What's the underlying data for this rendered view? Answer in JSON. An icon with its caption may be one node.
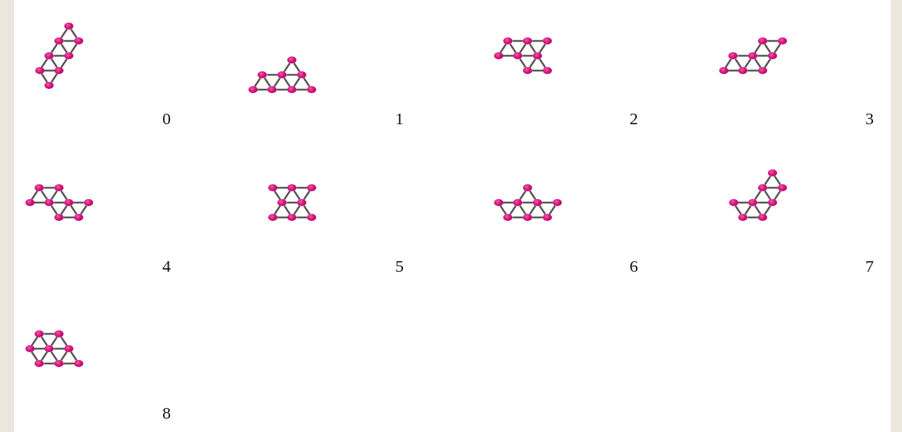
{
  "diagram": {
    "nodes": [
      {
        "text": [],
        "shape": "circle"
      },
      {
        "text": [],
        "shape": "circle"
      },
      {
        "text": [],
        "shape": "circle"
      },
      {
        "text": [],
        "shape": "circle"
      },
      {
        "text": [],
        "shape": "circle"
      },
      {
        "text": [],
        "shape": "circle"
      },
      {
        "text": [],
        "shape": "circle"
      },
      {
        "text": [],
        "shape": "circle"
      },
      {
        "text": [],
        "shape": "circle"
      },
      {
        "text": [],
        "shape": "circle"
      },
      {
        "text": [],
        "shape": "circle"
      },
      {
        "text": [],
        "shape": "circle"
      },
      {
        "text": [],
        "shape": "circle"
      },
      {
        "text": [],
        "shape": "circle"
      },
      {
        "text": [],
        "shape": "circle"
      },
      {
        "text": [],
        "shape": "circle"
      },
      {
        "text": [],
        "shape": "circle"
      },
      {
        "text": [],
        "shape": "circle"
      },
      {
        "text": [],
        "shape": "circle"
      },
      {
        "text": [],
        "shape": "circle"
      },
      {
        "text": [],
        "shape": "circle"
      },
      {
        "text": [],
        "shape": "circle"
      },
      {
        "text": [],
        "shape": "circle"
      },
      {
        "text": [],
        "shape": "circle"
      },
      {
        "text": [],
        "shape": "circle"
      },
      {
        "text": [],
        "shape": "circle"
      },
      {
        "text": [],
        "shape": "circle"
      },
      {
        "text": [],
        "shape": "circle"
      },
      {
        "text": [],
        "shape": "circle"
      },
      {
        "text": [],
        "shape": "circle"
      },
      {
        "text": [],
        "shape": "circle"
      },
      {
        "text": [],
        "shape": "circle"
      },
      {
        "text": [],
        "shape": "circle"
      },
      {
        "text": [],
        "shape": "circle"
      },
      {
        "text": [],
        "shape": "circle"
      },
      {
        "text": [],
        "shape": "circle"
      },
      {
        "text": [],
        "shape": "circle"
      },
      {
        "text": [],
        "shape": "circle"
      },
      {
        "text": [],
        "shape": "circle"
      },
      {
        "text": [],
        "shape": "circle"
      },
      {
        "text": [],
        "shape": "circle"
      },
      {
        "text": [],
        "shape": "circle"
      },
      {
        "text": [],
        "shape": "circle"
      },
      {
        "text": [],
        "shape": "circle"
      },
      {
        "text": [],
        "shape": "circle"
      },
      {
        "text": [],
        "shape": "circle"
      },
      {
        "text": [],
        "shape": "circle"
      },
      {
        "text": [],
        "shape": "circle"
      },
      {
        "text": [],
        "shape": "circle"
      },
      {
        "text": [],
        "shape": "circle"
      },
      {
        "text": [],
        "shape": "circle"
      },
      {
        "text": [],
        "shape": "circle"
      },
      {
        "text": [],
        "shape": "circle"
      },
      {
        "text": [],
        "shape": "circle"
      },
      {
        "text": [],
        "shape": "circle"
      },
      {
        "text": [],
        "shape": "circle"
      },
      {
        "text": [],
        "shape": "circle"
      },
      {
        "text": [],
        "shape": "circle"
      },
      {
        "text": [],
        "shape": "circle"
      },
      {
        "text": [],
        "shape": "circle"
      },
      {
        "text": [],
        "shape": "circle"
      },
      {
        "text": [],
        "shape": "circle"
      },
      {
        "text": [],
        "shape": "circle"
      },
      {
        "text": [],
        "shape": "circle"
      },
      {
        "text": [],
        "shape": "circle"
      },
      {
        "text": [],
        "shape": "circle"
      },
      {
        "text": [],
        "shape": "circle"
      },
      {
        "text": [],
        "shape": "circle"
      },
      {
        "text": [],
        "shape": "circle"
      },
      {
        "text": [],
        "shape": "circle"
      },
      {
        "text": [],
        "shape": "circle"
      },
      {
        "text": [],
        "shape": "circle"
      }
    ],
    "edges": [
      {
        "from": 0,
        "to": 1,
        "arrow": "none"
      },
      {
        "from": 0,
        "to": 2,
        "arrow": "none"
      },
      {
        "from": 1,
        "to": 2,
        "arrow": "none"
      },
      {
        "from": 1,
        "to": 3,
        "arrow": "none"
      },
      {
        "from": 1,
        "to": 4,
        "arrow": "none"
      },
      {
        "from": 2,
        "to": 4,
        "arrow": "none"
      },
      {
        "from": 3,
        "to": 4,
        "arrow": "none"
      },
      {
        "from": 3,
        "to": 5,
        "arrow": "none"
      },
      {
        "from": 3,
        "to": 6,
        "arrow": "none"
      },
      {
        "from": 4,
        "to": 6,
        "arrow": "none"
      },
      {
        "from": 5,
        "to": 6,
        "arrow": "none"
      },
      {
        "from": 5,
        "to": 7,
        "arrow": "none"
      },
      {
        "from": 6,
        "to": 7,
        "arrow": "none"
      },
      {
        "from": 8,
        "to": 10,
        "arrow": "none"
      },
      {
        "from": 8,
        "to": 11,
        "arrow": "none"
      },
      {
        "from": 9,
        "to": 10,
        "arrow": "none"
      },
      {
        "from": 10,
        "to": 11,
        "arrow": "none"
      },
      {
        "from": 9,
        "to": 12,
        "arrow": "none"
      },
      {
        "from": 9,
        "to": 13,
        "arrow": "none"
      },
      {
        "from": 10,
        "to": 13,
        "arrow": "none"
      },
      {
        "from": 10,
        "to": 14,
        "arrow": "none"
      },
      {
        "from": 11,
        "to": 14,
        "arrow": "none"
      },
      {
        "from": 11,
        "to": 15,
        "arrow": "none"
      },
      {
        "from": 12,
        "to": 13,
        "arrow": "none"
      },
      {
        "from": 13,
        "to": 14,
        "arrow": "none"
      },
      {
        "from": 14,
        "to": 15,
        "arrow": "none"
      },
      {
        "from": 16,
        "to": 17,
        "arrow": "none"
      },
      {
        "from": 17,
        "to": 18,
        "arrow": "none"
      },
      {
        "from": 16,
        "to": 19,
        "arrow": "none"
      },
      {
        "from": 16,
        "to": 20,
        "arrow": "none"
      },
      {
        "from": 17,
        "to": 20,
        "arrow": "none"
      },
      {
        "from": 17,
        "to": 21,
        "arrow": "none"
      },
      {
        "from": 18,
        "to": 21,
        "arrow": "none"
      },
      {
        "from": 19,
        "to": 20,
        "arrow": "none"
      },
      {
        "from": 20,
        "to": 21,
        "arrow": "none"
      },
      {
        "from": 20,
        "to": 22,
        "arrow": "none"
      },
      {
        "from": 21,
        "to": 22,
        "arrow": "none"
      },
      {
        "from": 21,
        "to": 23,
        "arrow": "none"
      },
      {
        "from": 22,
        "to": 23,
        "arrow": "none"
      },
      {
        "from": 24,
        "to": 25,
        "arrow": "none"
      },
      {
        "from": 24,
        "to": 27,
        "arrow": "none"
      },
      {
        "from": 24,
        "to": 28,
        "arrow": "none"
      },
      {
        "from": 25,
        "to": 28,
        "arrow": "none"
      },
      {
        "from": 26,
        "to": 27,
        "arrow": "none"
      },
      {
        "from": 27,
        "to": 28,
        "arrow": "none"
      },
      {
        "from": 26,
        "to": 29,
        "arrow": "none"
      },
      {
        "from": 26,
        "to": 30,
        "arrow": "none"
      },
      {
        "from": 27,
        "to": 30,
        "arrow": "none"
      },
      {
        "from": 27,
        "to": 31,
        "arrow": "none"
      },
      {
        "from": 28,
        "to": 31,
        "arrow": "none"
      },
      {
        "from": 29,
        "to": 30,
        "arrow": "none"
      },
      {
        "from": 30,
        "to": 31,
        "arrow": "none"
      },
      {
        "from": 32,
        "to": 33,
        "arrow": "none"
      },
      {
        "from": 32,
        "to": 34,
        "arrow": "none"
      },
      {
        "from": 32,
        "to": 35,
        "arrow": "none"
      },
      {
        "from": 33,
        "to": 35,
        "arrow": "none"
      },
      {
        "from": 33,
        "to": 36,
        "arrow": "none"
      },
      {
        "from": 34,
        "to": 35,
        "arrow": "none"
      },
      {
        "from": 35,
        "to": 36,
        "arrow": "none"
      },
      {
        "from": 36,
        "to": 37,
        "arrow": "none"
      },
      {
        "from": 35,
        "to": 38,
        "arrow": "none"
      },
      {
        "from": 36,
        "to": 38,
        "arrow": "none"
      },
      {
        "from": 36,
        "to": 39,
        "arrow": "none"
      },
      {
        "from": 37,
        "to": 39,
        "arrow": "none"
      },
      {
        "from": 38,
        "to": 39,
        "arrow": "none"
      },
      {
        "from": 40,
        "to": 41,
        "arrow": "none"
      },
      {
        "from": 41,
        "to": 42,
        "arrow": "none"
      },
      {
        "from": 40,
        "to": 43,
        "arrow": "none"
      },
      {
        "from": 41,
        "to": 43,
        "arrow": "none"
      },
      {
        "from": 41,
        "to": 44,
        "arrow": "none"
      },
      {
        "from": 42,
        "to": 44,
        "arrow": "none"
      },
      {
        "from": 43,
        "to": 44,
        "arrow": "none"
      },
      {
        "from": 43,
        "to": 45,
        "arrow": "none"
      },
      {
        "from": 43,
        "to": 46,
        "arrow": "none"
      },
      {
        "from": 44,
        "to": 46,
        "arrow": "none"
      },
      {
        "from": 44,
        "to": 47,
        "arrow": "none"
      },
      {
        "from": 45,
        "to": 46,
        "arrow": "none"
      },
      {
        "from": 46,
        "to": 47,
        "arrow": "none"
      },
      {
        "from": 48,
        "to": 50,
        "arrow": "none"
      },
      {
        "from": 48,
        "to": 51,
        "arrow": "none"
      },
      {
        "from": 49,
        "to": 50,
        "arrow": "none"
      },
      {
        "from": 50,
        "to": 51,
        "arrow": "none"
      },
      {
        "from": 51,
        "to": 52,
        "arrow": "none"
      },
      {
        "from": 49,
        "to": 53,
        "arrow": "none"
      },
      {
        "from": 50,
        "to": 53,
        "arrow": "none"
      },
      {
        "from": 50,
        "to": 54,
        "arrow": "none"
      },
      {
        "from": 51,
        "to": 54,
        "arrow": "none"
      },
      {
        "from": 51,
        "to": 55,
        "arrow": "none"
      },
      {
        "from": 52,
        "to": 55,
        "arrow": "none"
      },
      {
        "from": 53,
        "to": 54,
        "arrow": "none"
      },
      {
        "from": 54,
        "to": 55,
        "arrow": "none"
      },
      {
        "from": 56,
        "to": 57,
        "arrow": "none"
      },
      {
        "from": 56,
        "to": 58,
        "arrow": "none"
      },
      {
        "from": 57,
        "to": 58,
        "arrow": "none"
      },
      {
        "from": 57,
        "to": 60,
        "arrow": "none"
      },
      {
        "from": 57,
        "to": 61,
        "arrow": "none"
      },
      {
        "from": 58,
        "to": 61,
        "arrow": "none"
      },
      {
        "from": 59,
        "to": 60,
        "arrow": "none"
      },
      {
        "from": 60,
        "to": 61,
        "arrow": "none"
      },
      {
        "from": 59,
        "to": 62,
        "arrow": "none"
      },
      {
        "from": 60,
        "to": 62,
        "arrow": "none"
      },
      {
        "from": 60,
        "to": 63,
        "arrow": "none"
      },
      {
        "from": 61,
        "to": 63,
        "arrow": "none"
      },
      {
        "from": 62,
        "to": 63,
        "arrow": "none"
      },
      {
        "from": 64,
        "to": 65,
        "arrow": "none"
      },
      {
        "from": 64,
        "to": 66,
        "arrow": "none"
      },
      {
        "from": 64,
        "to": 67,
        "arrow": "none"
      },
      {
        "from": 65,
        "to": 67,
        "arrow": "none"
      },
      {
        "from": 65,
        "to": 68,
        "arrow": "none"
      },
      {
        "from": 66,
        "to": 67,
        "arrow": "none"
      },
      {
        "from": 67,
        "to": 68,
        "arrow": "none"
      },
      {
        "from": 66,
        "to": 69,
        "arrow": "none"
      },
      {
        "from": 67,
        "to": 69,
        "arrow": "none"
      },
      {
        "from": 67,
        "to": 70,
        "arrow": "none"
      },
      {
        "from": 68,
        "to": 70,
        "arrow": "none"
      },
      {
        "from": 68,
        "to": 71,
        "arrow": "none"
      },
      {
        "from": 69,
        "to": 70,
        "arrow": "none"
      },
      {
        "from": 70,
        "to": 71,
        "arrow": "none"
      }
    ],
    "labels": [
      "0",
      "1",
      "2",
      "3",
      "4",
      "5",
      "6",
      "7",
      "8"
    ]
  }
}
